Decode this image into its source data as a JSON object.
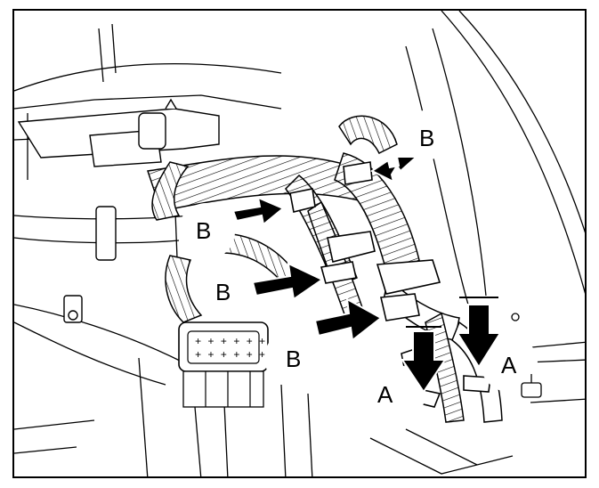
{
  "labels": {
    "b_top": "B",
    "b_left_upper": "B",
    "b_left_middle": "B",
    "b_left_lower": "B",
    "a_left": "A",
    "a_right": "A"
  },
  "connector": {
    "pin_marks": [
      "+ + + + + +",
      "+ + + + + +"
    ]
  },
  "colors": {
    "stroke": "#000000",
    "fill": "#ffffff",
    "arrow": "#000000"
  }
}
